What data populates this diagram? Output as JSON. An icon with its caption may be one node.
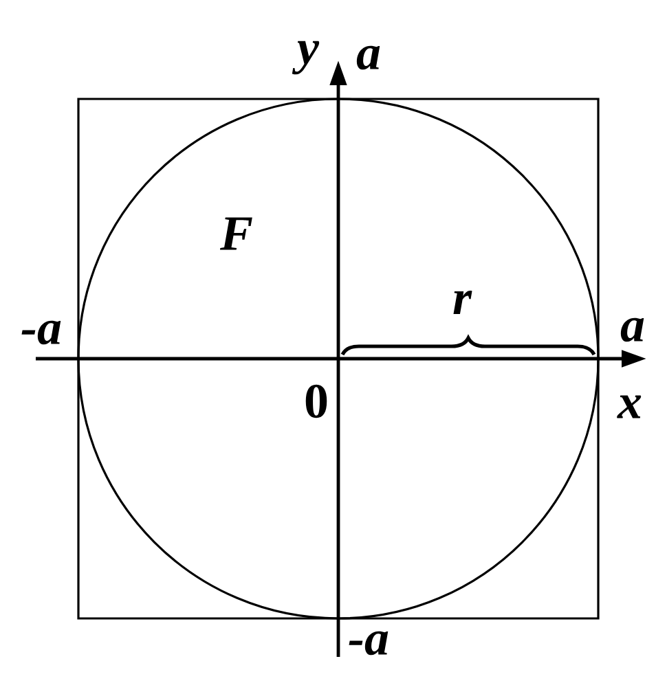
{
  "diagram": {
    "labels": [
      "y",
      "a",
      "F",
      "-a",
      "r",
      "a",
      "0",
      "x",
      "-a"
    ]
  }
}
